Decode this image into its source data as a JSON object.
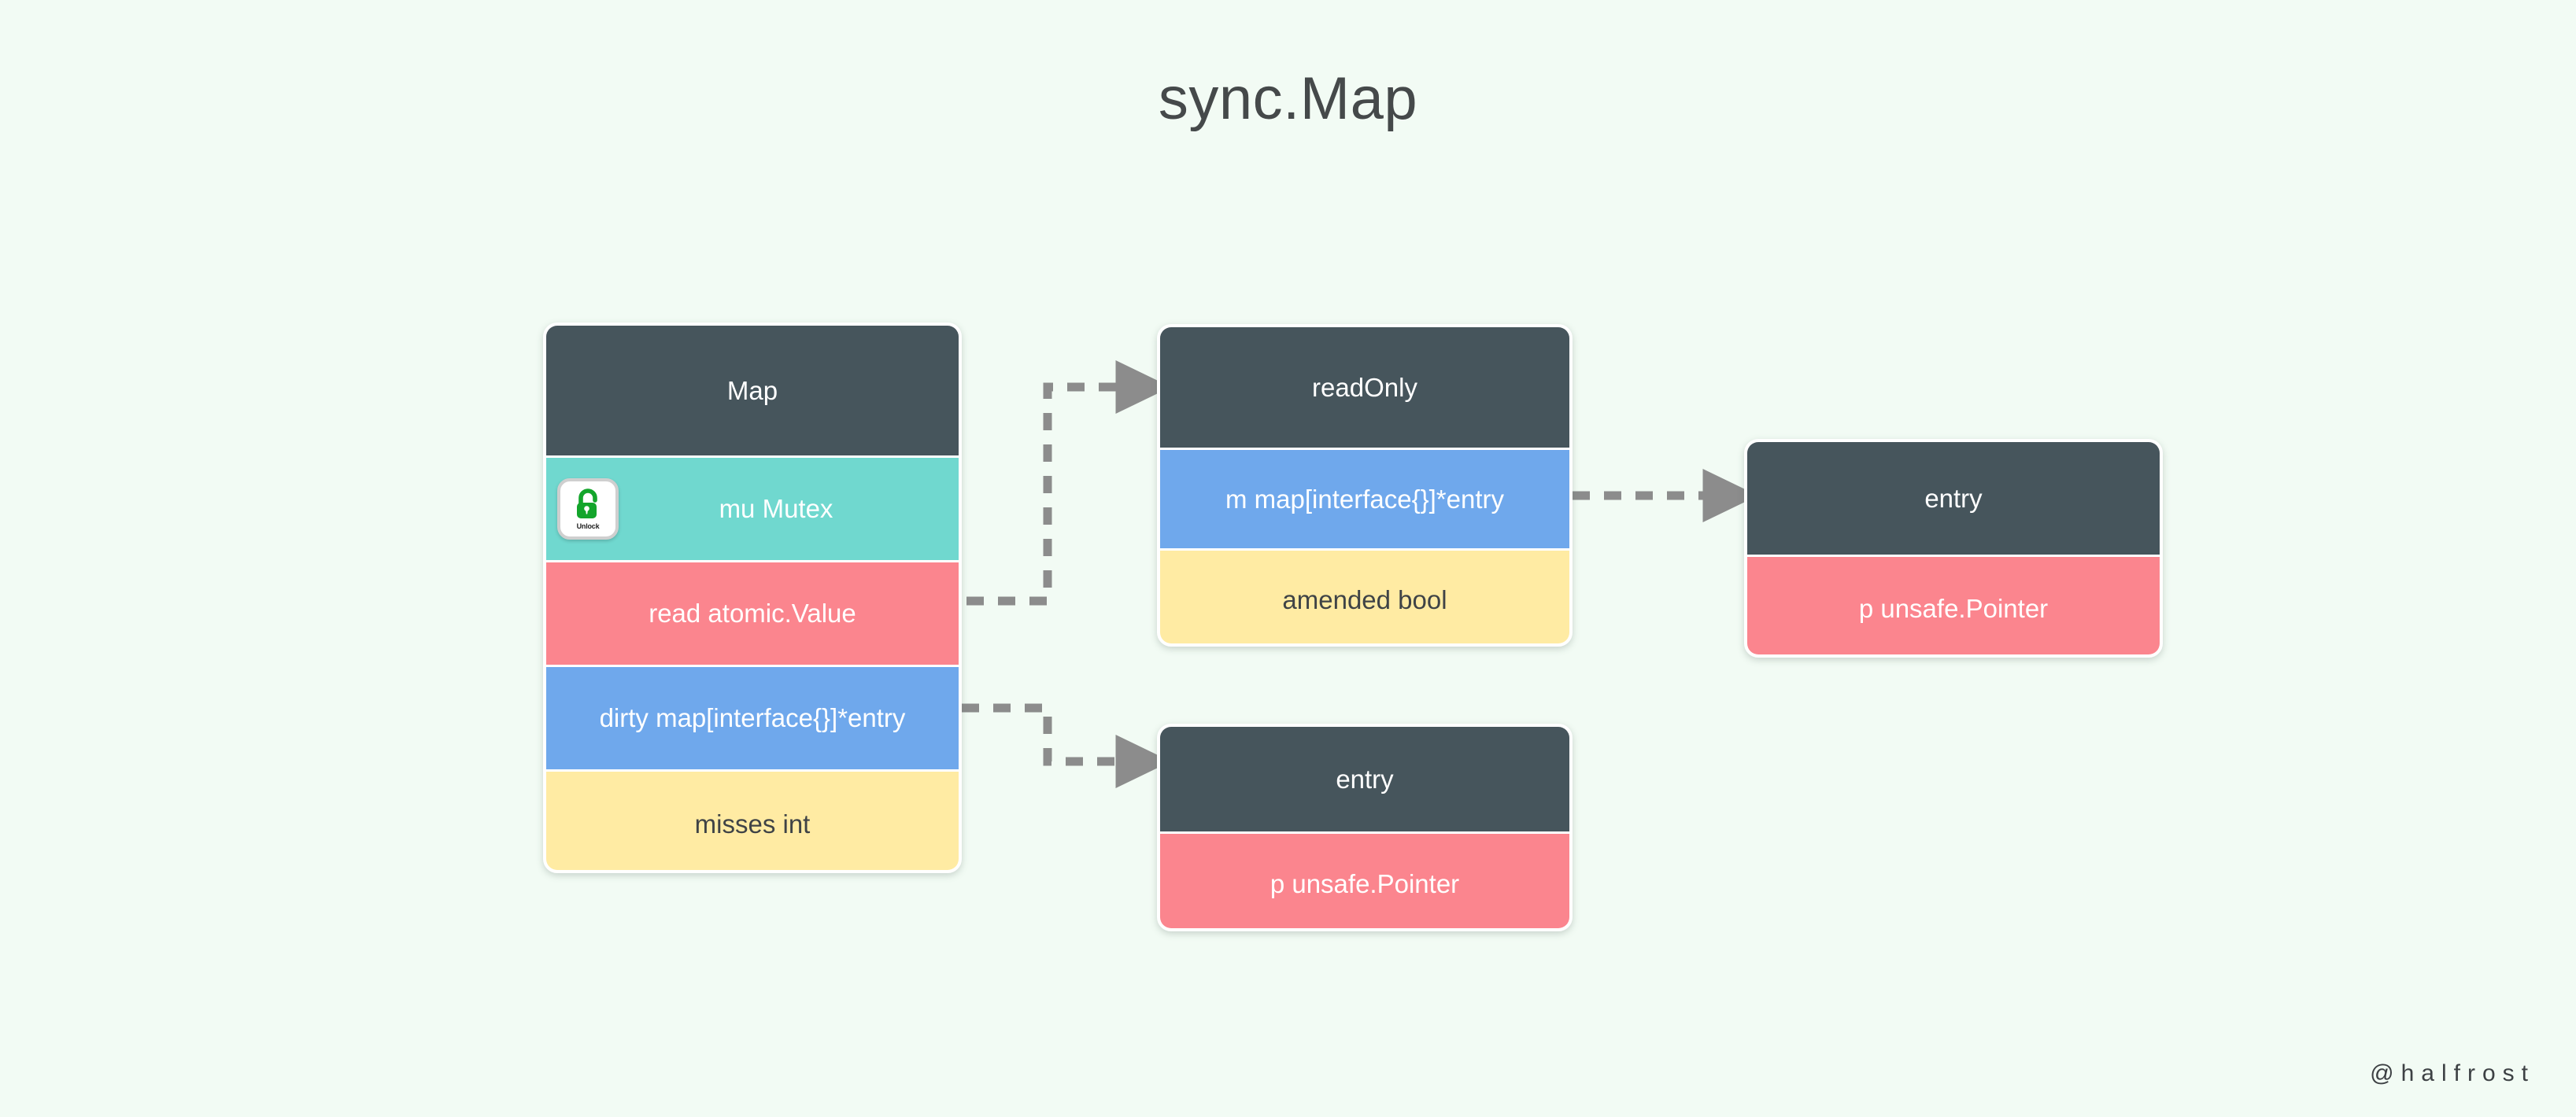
{
  "title": "sync.Map",
  "watermark": "@halfrost",
  "colors": {
    "background": "#f2fbf4",
    "header": "#46555c",
    "teal": "#70d8cf",
    "red": "#fb858e",
    "blue": "#6fa8ec",
    "yellow": "#ffeba3",
    "arrow": "#8c8c8c",
    "title_text": "#45494a"
  },
  "boxes": {
    "map": {
      "title": "Map",
      "rows": [
        {
          "label": "mu Mutex",
          "icon": "unlock-icon",
          "icon_caption": "Unlock"
        },
        {
          "label": "read atomic.Value"
        },
        {
          "label": "dirty map[interface{}]*entry"
        },
        {
          "label": "misses int"
        }
      ]
    },
    "readonly": {
      "title": "readOnly",
      "rows": [
        {
          "label": "m map[interface{}]*entry"
        },
        {
          "label": "amended bool"
        }
      ]
    },
    "entry_right": {
      "title": "entry",
      "rows": [
        {
          "label": "p unsafe.Pointer"
        }
      ]
    },
    "entry_bottom": {
      "title": "entry",
      "rows": [
        {
          "label": "p unsafe.Pointer"
        }
      ]
    }
  },
  "connections": [
    {
      "name": "read-to-readonly",
      "from": "Map.read atomic.Value",
      "to": "readOnly"
    },
    {
      "name": "dirty-to-entry",
      "from": "Map.dirty map[interface{}]*entry",
      "to": "entry"
    },
    {
      "name": "m-to-entry",
      "from": "readOnly.m map[interface{}]*entry",
      "to": "entry"
    }
  ]
}
